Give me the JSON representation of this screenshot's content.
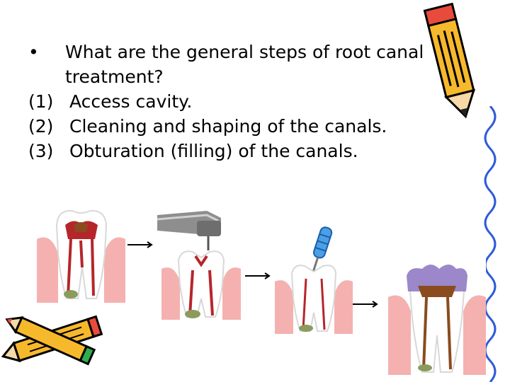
{
  "slide": {
    "question": "What are the general steps of root canal treatment?",
    "bullet": "•",
    "steps": [
      {
        "num": "(1)",
        "text": "Access cavity."
      },
      {
        "num": "(2)",
        "text": "Cleaning and shaping of the canals."
      },
      {
        "num": "(3)",
        "text": "Obturation (filling) of the canals."
      }
    ]
  },
  "colors": {
    "text": "#000000",
    "tooth": "#ffffff",
    "gum": "#f4b1b0",
    "pulp": "#b5262b",
    "crown_fill": "#9b87c9",
    "core": "#8a4b1f",
    "file_handle": "#4aa0e6",
    "infection": "#8a9b5c",
    "pencil_yellow": "#f7b92c",
    "squiggle": "#2f5bd9"
  },
  "icons": [
    "pencil-icon",
    "pencils-icon",
    "tooth-icon",
    "dental-drill-icon",
    "endo-file-icon",
    "arrow-right-icon"
  ]
}
